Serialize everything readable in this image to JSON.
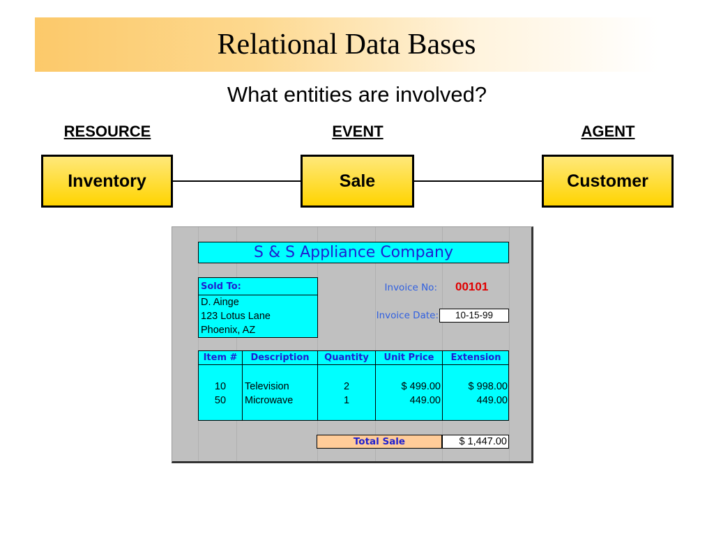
{
  "title": "Relational Data Bases",
  "subtitle": "What entities are involved?",
  "categories": {
    "resource": "RESOURCE",
    "event": "EVENT",
    "agent": "AGENT"
  },
  "entities": {
    "inventory": "Inventory",
    "sale": "Sale",
    "customer": "Customer"
  },
  "colors": {
    "entity_fill": "#ffd400",
    "invoice_cyan": "#00ffff",
    "invoice_bg": "#c0c0c0",
    "invoice_number": "#e00000",
    "total_label_fill": "#ffcc99"
  },
  "invoice": {
    "company": "S & S Appliance Company",
    "sold_to_label": "Sold To:",
    "sold_to": [
      "D. Ainge",
      "123 Lotus Lane",
      "Phoenix, AZ"
    ],
    "invoice_no_label": "Invoice No:",
    "invoice_no": "00101",
    "invoice_date_label": "Invoice Date:",
    "invoice_date": "10-15-99",
    "columns": [
      "Item #",
      "Description",
      "Quantity",
      "Unit Price",
      "Extension"
    ],
    "rows": [
      {
        "item": "10",
        "description": "Television",
        "quantity": "2",
        "unit_price": "$ 499.00",
        "extension": "$ 998.00"
      },
      {
        "item": "50",
        "description": "Microwave",
        "quantity": "1",
        "unit_price": "449.00",
        "extension": "449.00"
      }
    ],
    "total_label": "Total Sale",
    "total_value": "$ 1,447.00"
  }
}
